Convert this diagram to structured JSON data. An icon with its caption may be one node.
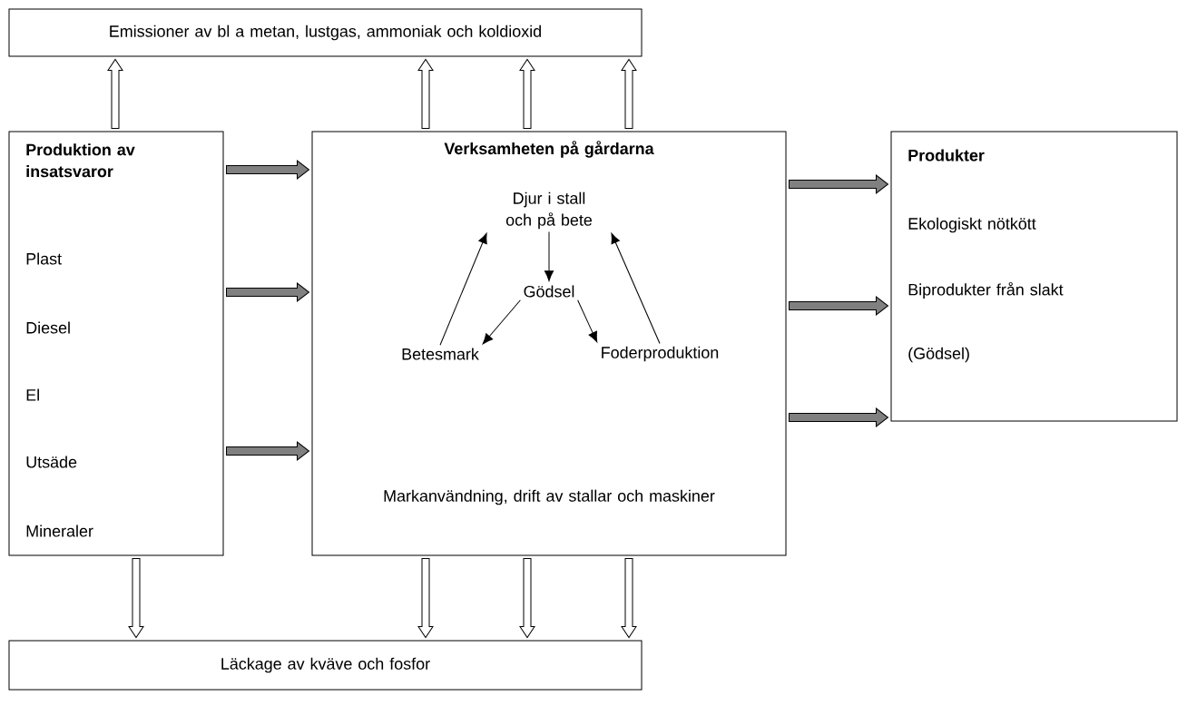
{
  "diagram": {
    "nodes": [
      {
        "text": [
          "Emissioner av bl a metan, lustgas, ammoniak och koldioxid"
        ]
      },
      {
        "text": [
          "Produktion av insatsvaror",
          "Plast",
          "Diesel",
          "El",
          "Utsäde",
          "Mineraler"
        ]
      },
      {
        "text": [
          "Verksamheten på gårdarna",
          "Markanvändning, drift av stallar och maskiner"
        ]
      },
      {
        "text": [
          "Djur i stall och på bete"
        ],
        "in": 2
      },
      {
        "text": [
          "Gödsel"
        ],
        "in": 2
      },
      {
        "text": [
          "Betesmark"
        ],
        "in": 2
      },
      {
        "text": [
          "Foderproduktion"
        ],
        "in": 2
      },
      {
        "text": [
          "Produkter",
          "Ekologiskt nötkött",
          "Biprodukter från slakt",
          "(Gödsel)"
        ]
      },
      {
        "text": [
          "Läckage av kväve och fosfor"
        ]
      }
    ],
    "edges": [
      {
        "from": 1,
        "to": 0,
        "arrow": "to"
      },
      {
        "from": 2,
        "to": 0,
        "arrow": "to"
      },
      {
        "from": 2,
        "to": 0,
        "arrow": "to"
      },
      {
        "from": 2,
        "to": 0,
        "arrow": "to"
      },
      {
        "from": 1,
        "to": 8,
        "arrow": "to"
      },
      {
        "from": 2,
        "to": 8,
        "arrow": "to"
      },
      {
        "from": 2,
        "to": 8,
        "arrow": "to"
      },
      {
        "from": 2,
        "to": 8,
        "arrow": "to"
      },
      {
        "from": 1,
        "to": 2,
        "arrow": "to",
        "style": "thick",
        "color": "#808080"
      },
      {
        "from": 1,
        "to": 2,
        "arrow": "to",
        "style": "thick",
        "color": "#808080"
      },
      {
        "from": 1,
        "to": 2,
        "arrow": "to",
        "style": "thick",
        "color": "#808080"
      },
      {
        "from": 2,
        "to": 7,
        "arrow": "to",
        "style": "thick",
        "color": "#808080"
      },
      {
        "from": 2,
        "to": 7,
        "arrow": "to",
        "style": "thick",
        "color": "#808080"
      },
      {
        "from": 2,
        "to": 7,
        "arrow": "to",
        "style": "thick",
        "color": "#808080"
      },
      {
        "from": 3,
        "to": 4,
        "arrow": "to"
      },
      {
        "from": 4,
        "to": 5,
        "arrow": "to"
      },
      {
        "from": 4,
        "to": 6,
        "arrow": "to"
      },
      {
        "from": 5,
        "to": 3,
        "arrow": "to"
      },
      {
        "from": 6,
        "to": 3,
        "arrow": "to"
      }
    ]
  }
}
